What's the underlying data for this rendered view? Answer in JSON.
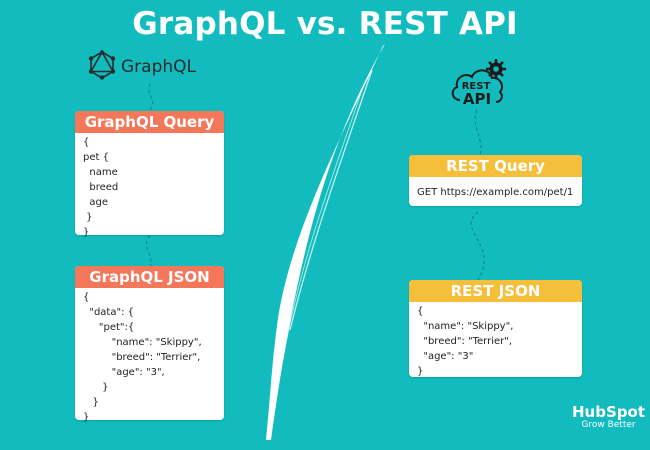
{
  "title": "GraphQL vs. REST API",
  "graphql_logo": {
    "text": "GraphQL",
    "icon": "graphql-hexagon-icon",
    "color": "#2b2b2b"
  },
  "rest_logo": {
    "line1": "REST",
    "line2": "API",
    "icon": "cloud-gear-icon"
  },
  "cards": {
    "graphql_query": {
      "header": "GraphQL Query",
      "body": "{\npet {\n  name\n  breed\n  age\n }\n}"
    },
    "graphql_json": {
      "header": "GraphQL JSON",
      "body": "{\n  \"data\": {\n     \"pet\":{\n         \"name\": \"Skippy\",\n         \"breed\": \"Terrier\",\n         \"age\": \"3\",\n      }\n   }\n}"
    },
    "rest_query": {
      "header": "REST Query",
      "body": "GET https://example.com/pet/1"
    },
    "rest_json": {
      "header": "REST JSON",
      "body": "{\n  \"name\": \"Skippy\",\n  \"breed\": \"Terrier\",\n  \"age\": \"3\"\n}"
    }
  },
  "brand": {
    "name": "HubSpot",
    "tagline": "Grow Better"
  },
  "colors": {
    "background": "#12bcbe",
    "graphql_header": "#f4775a",
    "rest_header": "#f5bf3c",
    "card": "#ffffff",
    "text": "#1e1e1e"
  }
}
